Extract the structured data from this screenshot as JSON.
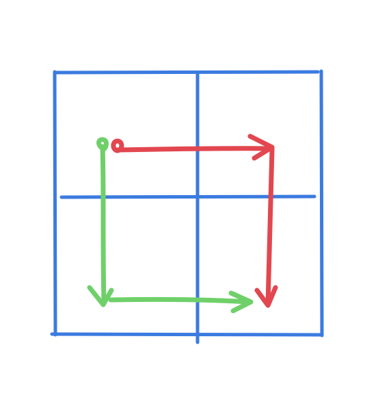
{
  "colors": {
    "background": "#ffffff",
    "grid": "#3b7be0",
    "path_red": "#e2474f",
    "path_green": "#6fd06a"
  },
  "grid": {
    "rows": 2,
    "cols": 2
  },
  "paths": [
    {
      "name": "red-path",
      "color_key": "path_red",
      "from_cell": [
        0,
        0
      ],
      "via_cell": [
        0,
        1
      ],
      "to_cell": [
        1,
        1
      ]
    },
    {
      "name": "green-path",
      "color_key": "path_green",
      "from_cell": [
        0,
        0
      ],
      "via_cell": [
        1,
        0
      ],
      "to_cell": [
        1,
        1
      ]
    }
  ]
}
